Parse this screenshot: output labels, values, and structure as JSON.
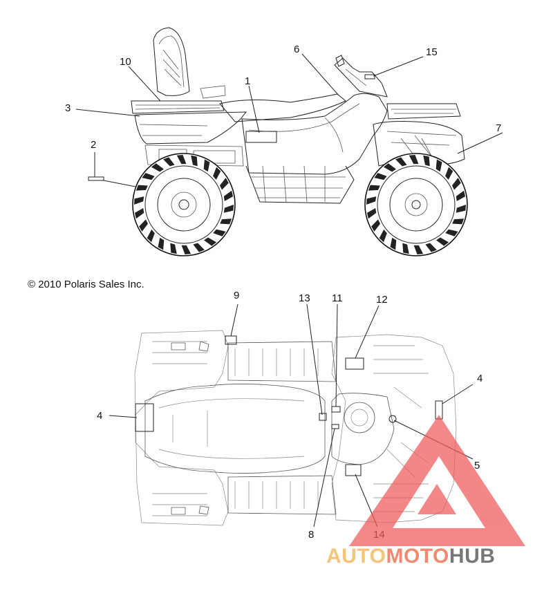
{
  "copyright": "© 2010 Polaris Sales Inc.",
  "callouts_side": [
    {
      "id": "c1",
      "label": "1"
    },
    {
      "id": "c2",
      "label": "2"
    },
    {
      "id": "c3",
      "label": "3"
    },
    {
      "id": "c6",
      "label": "6"
    },
    {
      "id": "c7",
      "label": "7"
    },
    {
      "id": "c10",
      "label": "10"
    },
    {
      "id": "c15",
      "label": "15"
    }
  ],
  "callouts_top": [
    {
      "id": "c4a",
      "label": "4"
    },
    {
      "id": "c4b",
      "label": "4"
    },
    {
      "id": "c5",
      "label": "5"
    },
    {
      "id": "c8",
      "label": "8"
    },
    {
      "id": "c9",
      "label": "9"
    },
    {
      "id": "c11",
      "label": "11"
    },
    {
      "id": "c12",
      "label": "12"
    },
    {
      "id": "c13",
      "label": "13"
    },
    {
      "id": "c14",
      "label": "14"
    }
  ],
  "watermark": {
    "part1": "AUTO",
    "part2": "MOTO",
    "part3": "HUB",
    "color_light": "#f7c37a",
    "color_mid": "#f08a6e",
    "color_dark": "#777777",
    "triangle_color": "#ef5a5a"
  }
}
